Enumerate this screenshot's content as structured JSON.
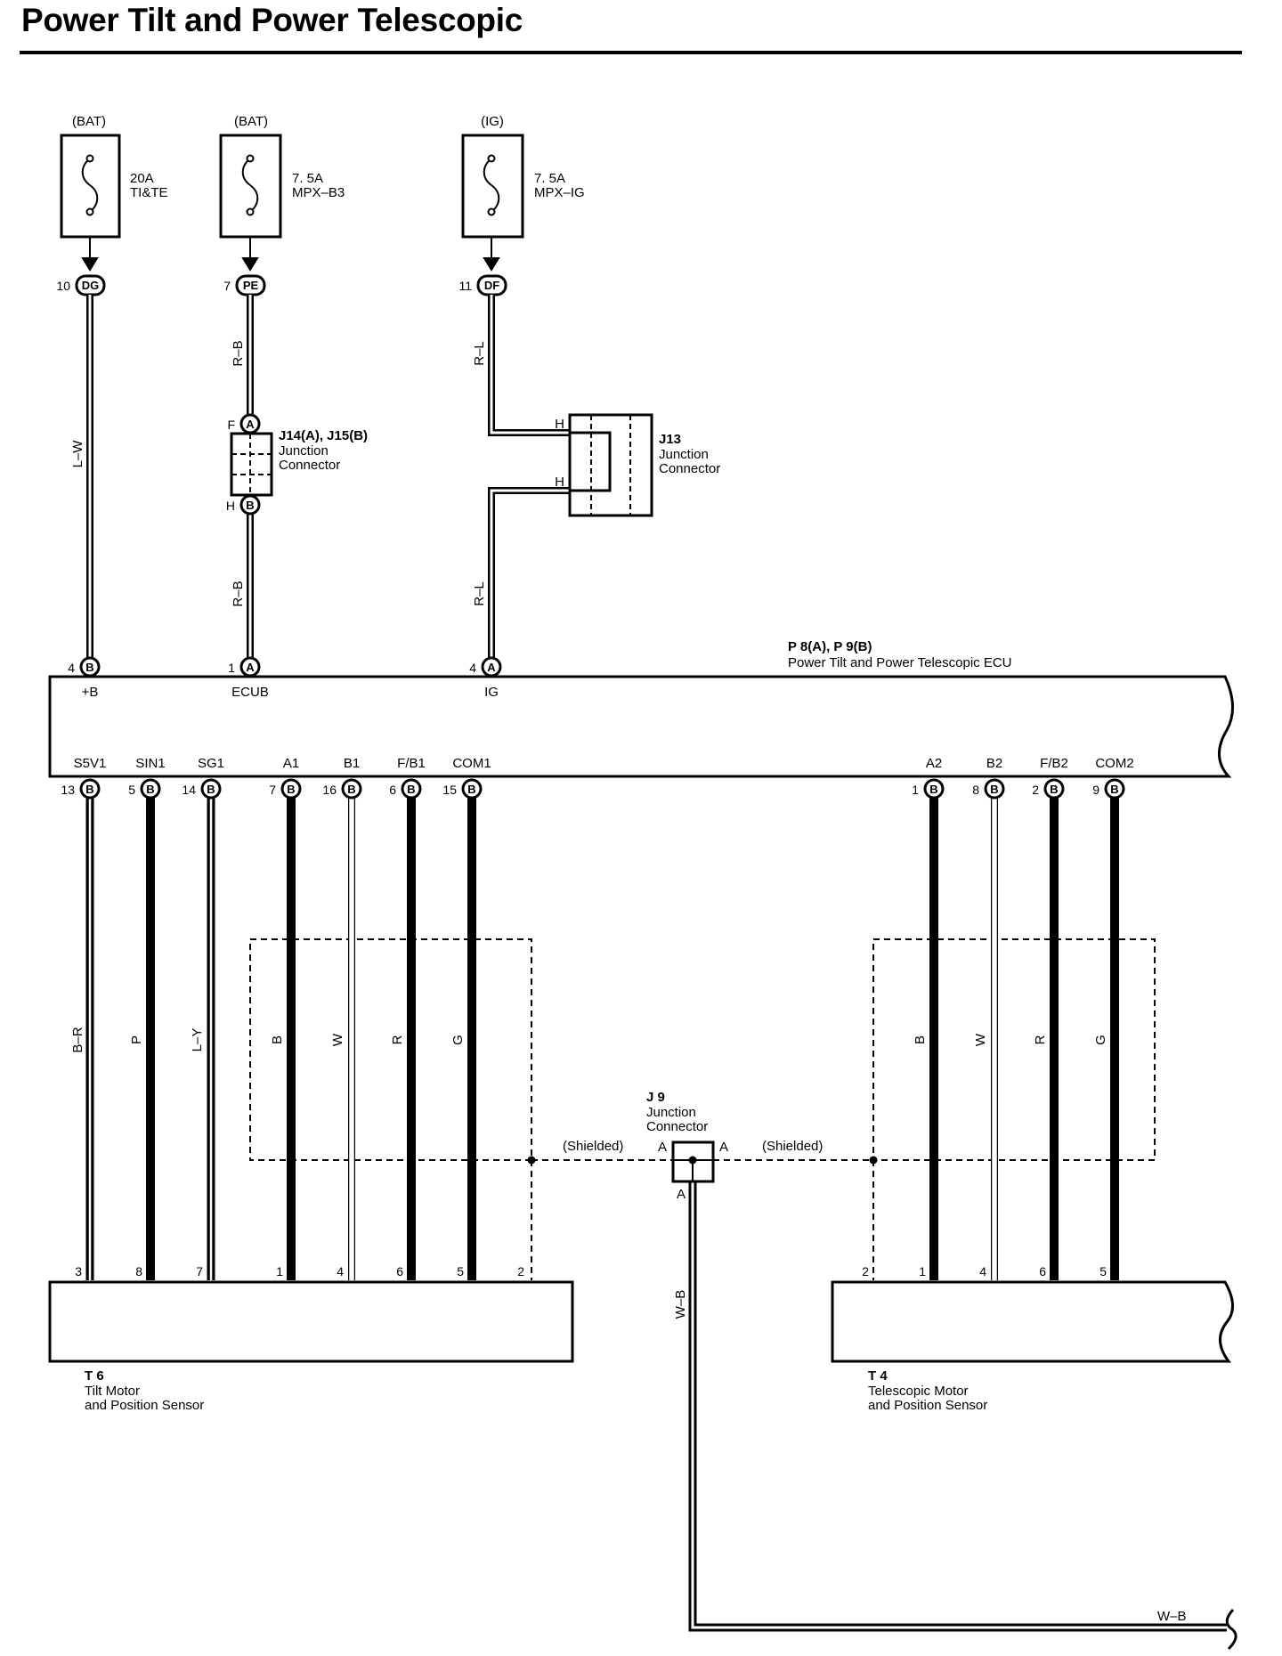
{
  "title": "Power Tilt and Power Telescopic",
  "fuses": [
    {
      "source": "(BAT)",
      "amp": "20A",
      "name": "TI&TE",
      "pin": "10",
      "conn": "DG"
    },
    {
      "source": "(BAT)",
      "amp": "7. 5A",
      "name": "MPX–B3",
      "pin": "7",
      "conn": "PE"
    },
    {
      "source": "(IG)",
      "amp": "7. 5A",
      "name": "MPX–IG",
      "pin": "11",
      "conn": "DF"
    }
  ],
  "j14": {
    "name": "J14(A), J15(B)",
    "line1": "Junction",
    "line2": "Connector",
    "top_pin": "F",
    "top_conn": "A",
    "bot_pin": "H",
    "bot_conn": "B"
  },
  "j13": {
    "name": "J13",
    "line1": "Junction",
    "line2": "Connector",
    "pin1": "H",
    "pin2": "H"
  },
  "ecu": {
    "name": "P 8(A), P 9(B)",
    "desc": "Power Tilt and Power Telescopic ECU",
    "top_terms": [
      {
        "pin": "4",
        "conn": "B",
        "label": "+B"
      },
      {
        "pin": "1",
        "conn": "A",
        "label": "ECUB"
      },
      {
        "pin": "4",
        "conn": "A",
        "label": "IG"
      }
    ],
    "bottom_terms": [
      {
        "label": "S5V1",
        "pin": "13",
        "conn": "B"
      },
      {
        "label": "SIN1",
        "pin": "5",
        "conn": "B"
      },
      {
        "label": "SG1",
        "pin": "14",
        "conn": "B"
      },
      {
        "label": "A1",
        "pin": "7",
        "conn": "B"
      },
      {
        "label": "B1",
        "pin": "16",
        "conn": "B"
      },
      {
        "label": "F/B1",
        "pin": "6",
        "conn": "B"
      },
      {
        "label": "COM1",
        "pin": "15",
        "conn": "B"
      },
      {
        "label": "A2",
        "pin": "1",
        "conn": "B"
      },
      {
        "label": "B2",
        "pin": "8",
        "conn": "B"
      },
      {
        "label": "F/B2",
        "pin": "2",
        "conn": "B"
      },
      {
        "label": "COM2",
        "pin": "9",
        "conn": "B"
      }
    ]
  },
  "wires_upper": [
    "L–W",
    "R–B",
    "R–B",
    "R–L",
    "R–L"
  ],
  "wires_lower": [
    "B–R",
    "P",
    "L–Y",
    "B",
    "W",
    "R",
    "G",
    "B",
    "W",
    "R",
    "G"
  ],
  "j9": {
    "name": "J 9",
    "line1": "Junction",
    "line2": "Connector",
    "pin_left": "A",
    "pin_right": "A",
    "pin_bottom": "A"
  },
  "shielded": [
    "(Shielded)",
    "(Shielded)"
  ],
  "t6": {
    "name": "T 6",
    "line1": "Tilt Motor",
    "line2": "and Position Sensor",
    "pins": [
      "3",
      "8",
      "7",
      "1",
      "4",
      "6",
      "5",
      "2"
    ]
  },
  "t4": {
    "name": "T 4",
    "line1": "Telescopic Motor",
    "line2": "and Position Sensor",
    "pins": [
      "2",
      "1",
      "4",
      "6",
      "5"
    ]
  },
  "ground_wire": "W–B"
}
